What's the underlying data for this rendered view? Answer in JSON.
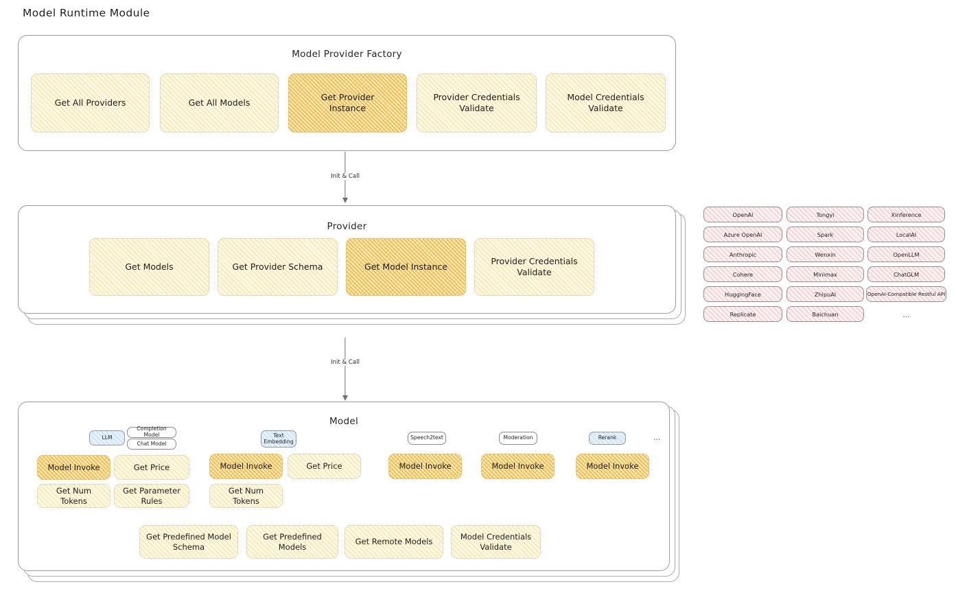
{
  "page": {
    "title": "Model Runtime Module"
  },
  "colors": {
    "node_fill": "#fdf8e4",
    "node_highlight_fill": "#fbe8b8",
    "provider_chip_fill": "#fdf0f0",
    "badge_blue_fill": "#e4f0fb",
    "card_border": "#9b9b9b",
    "arrow": "#6e6e6e"
  },
  "factory": {
    "title": "Model Provider Factory",
    "nodes": [
      {
        "label": "Get All Providers",
        "highlight": false
      },
      {
        "label": "Get All Models",
        "highlight": false
      },
      {
        "label": "Get Provider\nInstance",
        "highlight": true
      },
      {
        "label": "Provider Credentials\nValidate",
        "highlight": false
      },
      {
        "label": "Model Credentials\nValidate",
        "highlight": false
      }
    ]
  },
  "arrow1": {
    "label": "Init & Call"
  },
  "provider": {
    "title": "Provider",
    "nodes": [
      {
        "label": "Get Models",
        "highlight": false
      },
      {
        "label": "Get Provider Schema",
        "highlight": false
      },
      {
        "label": "Get Model Instance",
        "highlight": true
      },
      {
        "label": "Provider Credentials\nValidate",
        "highlight": false
      }
    ]
  },
  "arrow2": {
    "label": "Init & Call"
  },
  "provider_list": {
    "columns": [
      [
        "OpenAI",
        "Azure OpenAI",
        "Anthropic",
        "Cohere",
        "HuggingFace",
        "Replicate"
      ],
      [
        "Tongyi",
        "Spark",
        "Wenxin",
        "Minimax",
        "ZhipuAI",
        "Baichuan"
      ],
      [
        "Xinference",
        "LocalAI",
        "OpenLLM",
        "ChatGLM",
        "OpenAI-Compatible Restful API"
      ]
    ],
    "ellipsis": "..."
  },
  "model": {
    "title": "Model",
    "ellipsis": "...",
    "groups": [
      {
        "badges": [
          {
            "label": "LLM",
            "style": "blue"
          },
          {
            "label": "Completion Model",
            "style": "white"
          },
          {
            "label": "Chat Model",
            "style": "white"
          }
        ],
        "nodes": [
          {
            "label": "Model Invoke",
            "highlight": true
          },
          {
            "label": "Get Price",
            "highlight": false
          },
          {
            "label": "Get Num Tokens",
            "highlight": false
          },
          {
            "label": "Get Parameter\nRules",
            "highlight": false
          }
        ]
      },
      {
        "badges": [
          {
            "label": "Text\nEmbedding",
            "style": "blue"
          }
        ],
        "nodes": [
          {
            "label": "Model Invoke",
            "highlight": true
          },
          {
            "label": "Get Price",
            "highlight": false
          },
          {
            "label": "Get Num Tokens",
            "highlight": false
          }
        ]
      },
      {
        "badges": [
          {
            "label": "Speech2text",
            "style": "white"
          }
        ],
        "nodes": [
          {
            "label": "Model Invoke",
            "highlight": true
          }
        ]
      },
      {
        "badges": [
          {
            "label": "Moderation",
            "style": "white"
          }
        ],
        "nodes": [
          {
            "label": "Model Invoke",
            "highlight": true
          }
        ]
      },
      {
        "badges": [
          {
            "label": "Rerank",
            "style": "blue"
          }
        ],
        "nodes": [
          {
            "label": "Model Invoke",
            "highlight": true
          }
        ]
      }
    ],
    "bottom_nodes": [
      {
        "label": "Get Predefined Model\nSchema",
        "highlight": false
      },
      {
        "label": "Get Predefined\nModels",
        "highlight": false
      },
      {
        "label": "Get Remote Models",
        "highlight": false
      },
      {
        "label": "Model Credentials\nValidate",
        "highlight": false
      }
    ]
  }
}
